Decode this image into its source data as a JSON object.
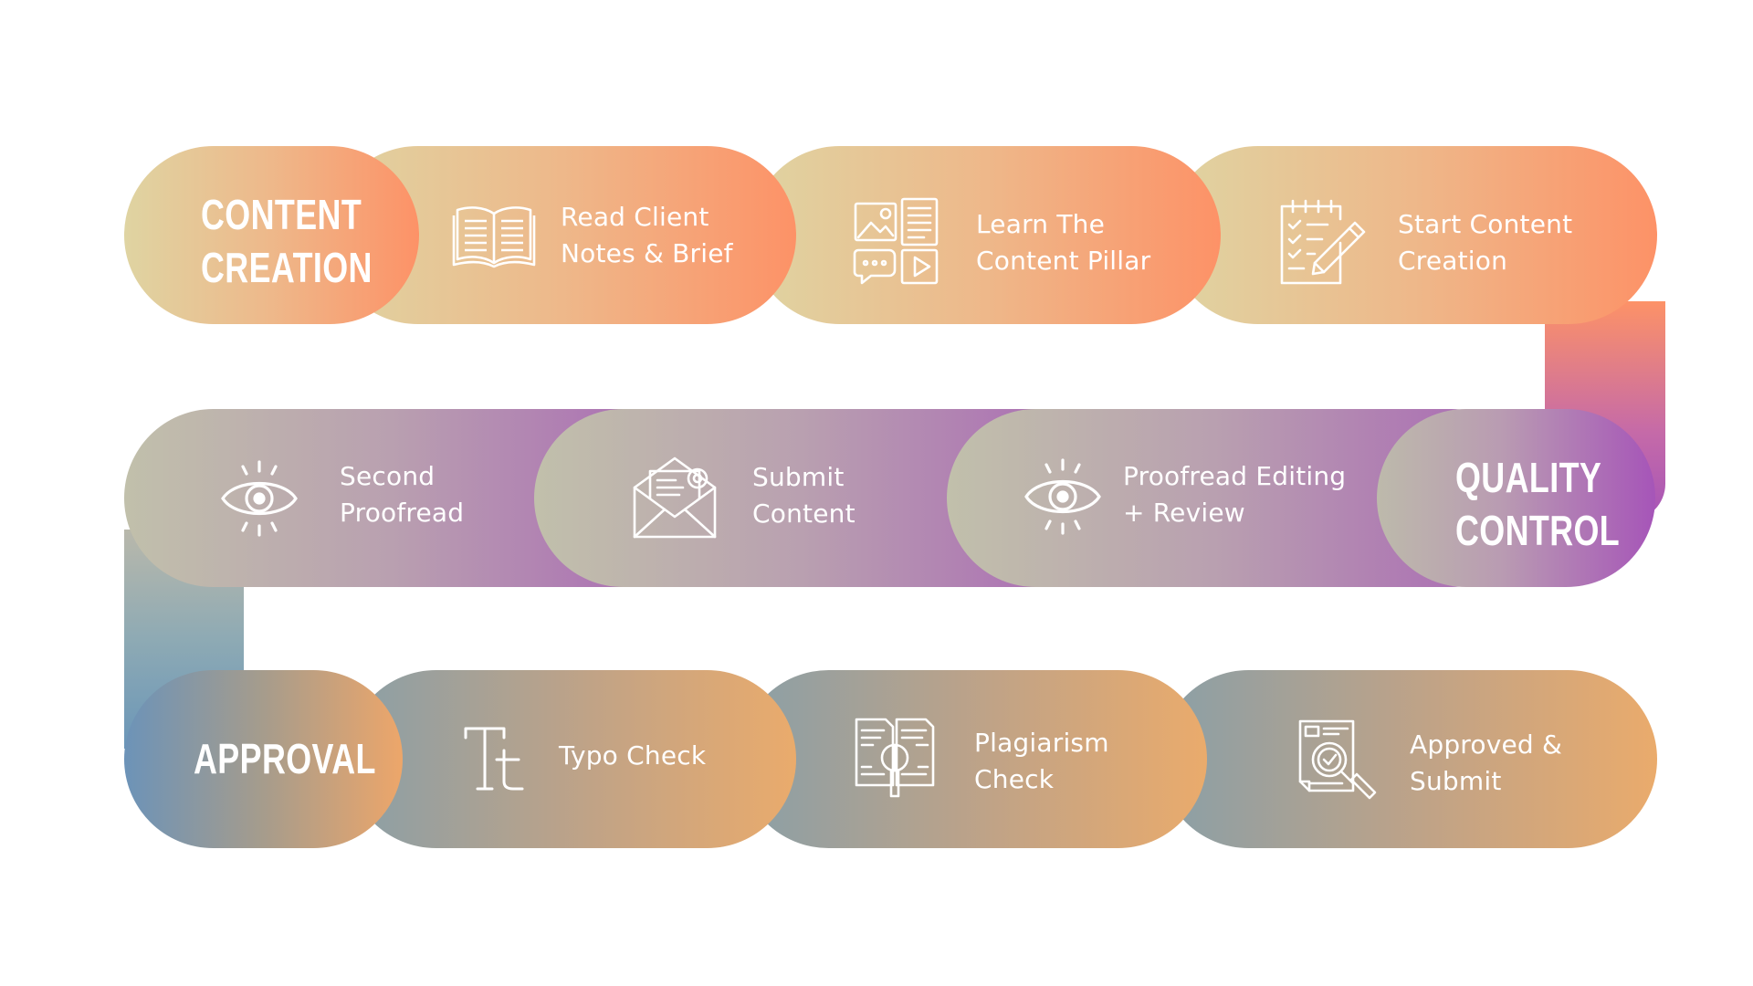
{
  "stages": {
    "content_creation": "CONTENT CREATION",
    "quality_control": "QUALITY CONTROL",
    "approval": "APPROVAL"
  },
  "steps": {
    "read_client": "Read Client Notes & Brief",
    "learn_pillar": "Learn The Content Pillar",
    "start_content": "Start Content Creation",
    "proofread_editing": "Proofread Editing + Review",
    "submit_content": "Submit Content",
    "second_proofread": "Second Proofread",
    "typo_check": "Typo Check",
    "plagiarism_check": "Plagiarism Check",
    "approved_submit": "Approved & Submit"
  },
  "colors": {
    "orange": "#fd9267",
    "purple": "#a862b5",
    "amber": "#eaab6c",
    "steel_blue": "#6c93b8",
    "sage": "#dfd4a2"
  },
  "icons": {
    "read_client": "book-icon",
    "learn_pillar": "media-content-icon",
    "start_content": "checklist-pencil-icon",
    "proofread_editing": "eye-icon",
    "submit_content": "envelope-icon",
    "second_proofread": "eye-icon",
    "typo_check": "typography-icon",
    "plagiarism_check": "document-compare-icon",
    "approved_submit": "approved-document-icon"
  }
}
